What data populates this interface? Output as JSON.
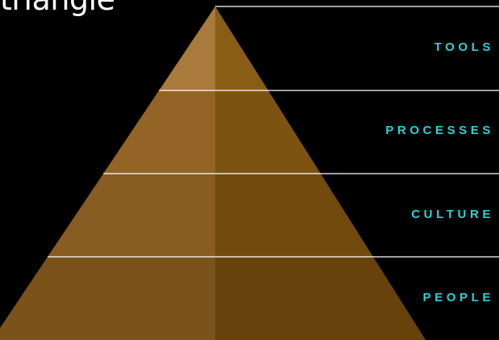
{
  "title": "triangle",
  "layers": [
    {
      "label": "TOOLS"
    },
    {
      "label": "PROCESSES"
    },
    {
      "label": "CULTURE"
    },
    {
      "label": "PEOPLE"
    }
  ],
  "colors": {
    "background": "#000000",
    "label": "#27d3d8",
    "divider": "#ffffff",
    "title": "#ffffff",
    "left_faces": [
      "#a97a3c",
      "#946426",
      "#885c22",
      "#7b5219"
    ],
    "right_faces": [
      "#8a5d17",
      "#7d5312",
      "#714a0d",
      "#68420b"
    ]
  }
}
